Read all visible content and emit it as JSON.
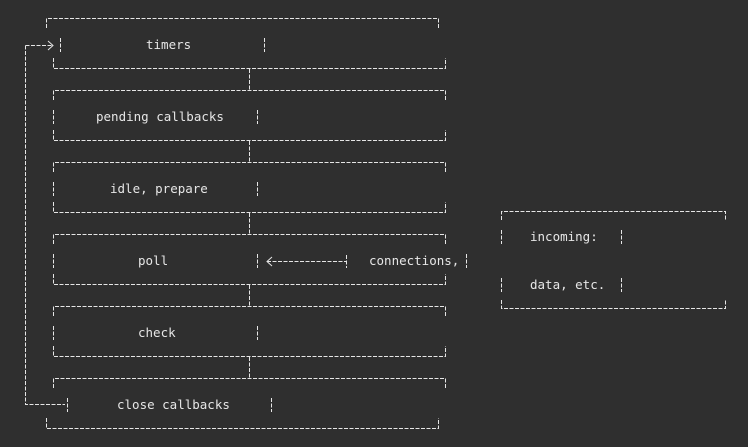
{
  "diagram": {
    "phases": [
      {
        "label": "timers"
      },
      {
        "label": "pending callbacks"
      },
      {
        "label": "idle, prepare"
      },
      {
        "label": "poll"
      },
      {
        "label": "check"
      },
      {
        "label": "close callbacks"
      }
    ],
    "incoming": {
      "connections": "connections,",
      "line1": "incoming:",
      "line2": "data, etc."
    },
    "colors": {
      "background": "#2f2f2f",
      "line": "#e6e6e6"
    }
  }
}
